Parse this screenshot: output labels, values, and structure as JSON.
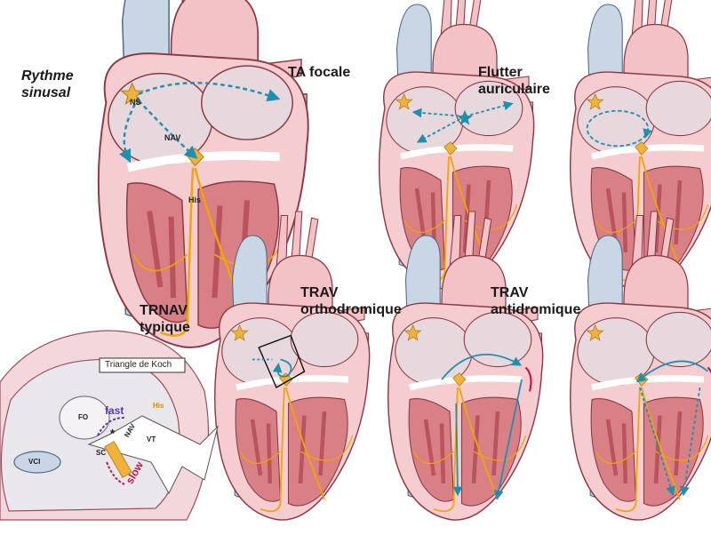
{
  "panels": [
    {
      "id": "rythme-sinusal",
      "label_lines": [
        "Rythme",
        "sinusal"
      ]
    },
    {
      "id": "ta-focale",
      "label_lines": [
        "TA focale"
      ]
    },
    {
      "id": "flutter",
      "label_lines": [
        "Flutter",
        "auriculaire"
      ]
    },
    {
      "id": "trnav",
      "label_lines": [
        "TRNAV",
        "typique"
      ]
    },
    {
      "id": "trav-ortho",
      "label_lines": [
        "TRAV",
        "orthodromique"
      ]
    },
    {
      "id": "trav-anti",
      "label_lines": [
        "TRAV",
        "antidromique"
      ]
    }
  ],
  "sinus_heart_tags": {
    "ns": "NS",
    "nav": "NAV",
    "his": "His"
  },
  "koch_inset": {
    "title": "Triangle de Koch",
    "fo": "FO",
    "vci": "VCI",
    "sc": "SC",
    "vt": "VT",
    "nav": "NAV",
    "his": "His",
    "fast": "fast",
    "slow": "slow",
    "asterisk": "*"
  },
  "colors": {
    "pink": "#f2c2c7",
    "muscle": "#d97f86",
    "muscle_dark": "#b9535d",
    "vessel": "#c8d6e5",
    "conduction": "#f0a500",
    "arrow": "#1f8fb0",
    "star": "#f0b23a",
    "fast": "#5a3d9e",
    "slow": "#c0184a"
  }
}
